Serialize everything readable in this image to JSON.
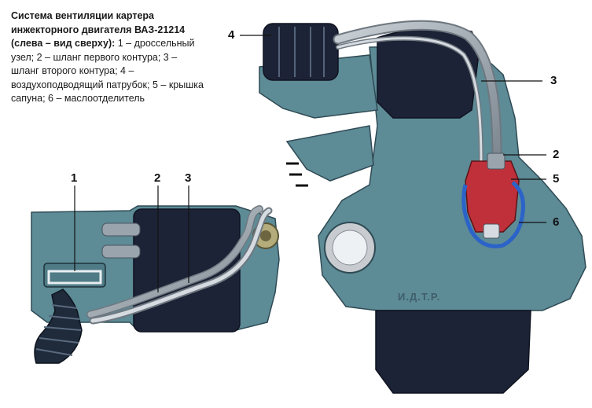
{
  "caption": {
    "title_lines": [
      "Система вентиляции картера",
      "инжекторного двигателя ВАЗ-21214",
      "(слева – вид сверху):"
    ],
    "legend_text": "1 – дроссельный узел; 2 – шланг первого контура; 3 – шланг второго контура; 4 – воздухоподводящий патрубок; 5 – крышка сапуна; 6 – маслоотделитель"
  },
  "callouts": {
    "left_1": "1",
    "left_2": "2",
    "left_3": "3",
    "right_2": "2",
    "right_3": "3",
    "right_4": "4",
    "right_5": "5",
    "right_6": "6"
  },
  "engine_stamp": "И.Д.Т.Р.",
  "colors": {
    "engine_body": "#5d8b96",
    "engine_dark": "#2f4b55",
    "navy_block": "#1d2336",
    "hose": "#9aa4ad",
    "breather_red": "#c0303a",
    "separator_blue": "#2b63c9"
  }
}
